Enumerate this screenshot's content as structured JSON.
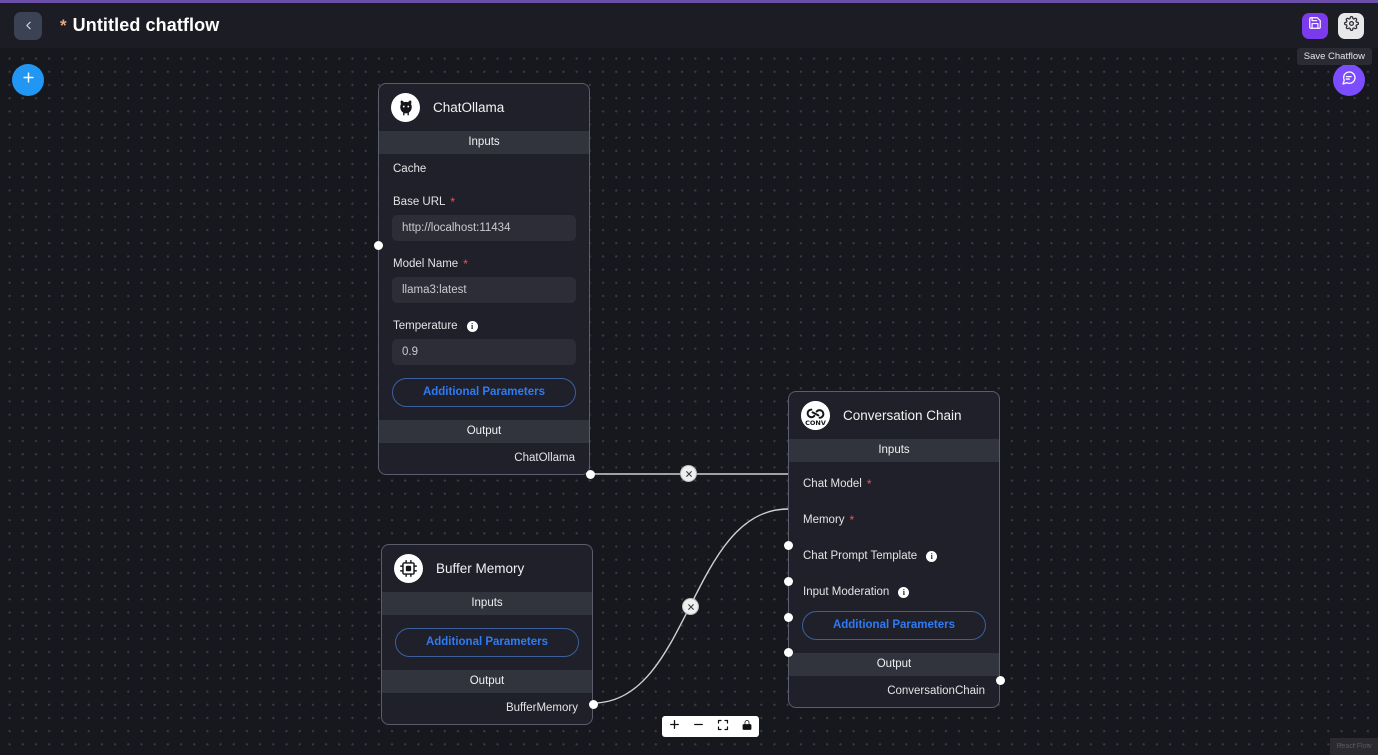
{
  "header": {
    "back_icon": "chevron-left-icon",
    "dirty_marker": "*",
    "title": "Untitled chatflow",
    "save_icon": "floppy-disk-icon",
    "settings_icon": "gear-icon",
    "tooltip": "Save Chatflow"
  },
  "fabs": {
    "add_label": "+",
    "add_icon": "plus-icon",
    "add_color": "#2196f3",
    "chat_icon": "chat-bubble-icon",
    "chat_color": "#7c4dff"
  },
  "canvas": {
    "background": "#17181e",
    "dot_color": "#3a3b44"
  },
  "nodes": [
    {
      "id": "chatOllama",
      "name": "ChatOllama",
      "icon": "llama-icon",
      "inputs_label": "Inputs",
      "output_label": "Output",
      "ports": [
        {
          "label": "Cache",
          "required": false,
          "info": false
        }
      ],
      "fields": [
        {
          "label": "Base URL",
          "required": true,
          "info": false,
          "value": "http://localhost:11434"
        },
        {
          "label": "Model Name",
          "required": true,
          "info": false,
          "value": "llama3:latest"
        },
        {
          "label": "Temperature",
          "required": false,
          "info": true,
          "value": "0.9"
        }
      ],
      "additional_parameters_label": "Additional Parameters",
      "output_port_label": "ChatOllama"
    },
    {
      "id": "bufferMemory",
      "name": "Buffer Memory",
      "icon": "memory-chip-icon",
      "inputs_label": "Inputs",
      "output_label": "Output",
      "additional_parameters_label": "Additional Parameters",
      "output_port_label": "BufferMemory"
    },
    {
      "id": "conversationChain",
      "name": "Conversation Chain",
      "icon": "conversation-chain-icon",
      "icon_text": "CONV",
      "inputs_label": "Inputs",
      "output_label": "Output",
      "ports": [
        {
          "label": "Chat Model",
          "required": true,
          "info": false
        },
        {
          "label": "Memory",
          "required": true,
          "info": false
        },
        {
          "label": "Chat Prompt Template",
          "required": false,
          "info": true
        },
        {
          "label": "Input Moderation",
          "required": false,
          "info": true
        }
      ],
      "additional_parameters_label": "Additional Parameters",
      "output_port_label": "ConversationChain"
    }
  ],
  "edges": [
    {
      "from": "ChatOllama",
      "to": "Chat Model",
      "delete_icon": "close-icon"
    },
    {
      "from": "BufferMemory",
      "to": "Memory",
      "delete_icon": "close-icon"
    }
  ],
  "controls": {
    "zoom_in_icon": "plus-icon",
    "zoom_out_icon": "minus-icon",
    "fit_view_icon": "fit-view-icon",
    "lock_icon": "lock-icon"
  },
  "attribution": "React Flow"
}
